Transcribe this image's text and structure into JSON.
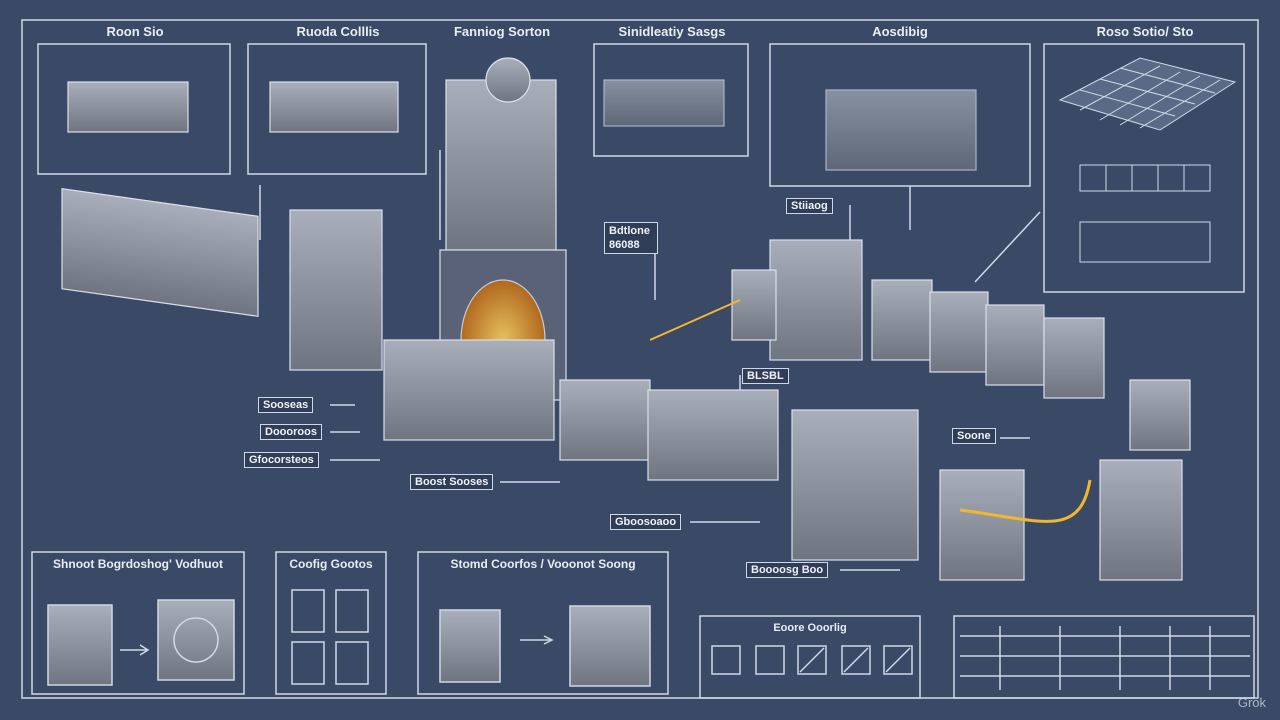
{
  "top_panels": [
    "Roon Sio",
    "Ruoda Colllis",
    "Fanniog Sorton",
    "Sinidleatiy Sasgs",
    "Aosdibig",
    "Roso Sotio/ Sto"
  ],
  "callouts": {
    "bottle": "Bdtlone 86088",
    "stiiaog": "Stiiaog",
    "blsbl": "BLSBL",
    "sooseas": "Sooseas",
    "doooroos": "Doooroos",
    "gfocorsteos": "Gfocorsteos",
    "boost": "Boost Sooses",
    "gboosoaoo": "Gboosoaoo",
    "soone": "Soone",
    "boooosg": "Boooosg Boo"
  },
  "bottom_panels": [
    "Shnoot Bogrdoshog' Vodhuot",
    "Coofig Gootos",
    "Stomd Coorfos / Vooonot Soong",
    "Eoore Ooorlig"
  ],
  "watermark": "Grok",
  "colors": {
    "background": "#3a4a66",
    "line": "#d4dbe6",
    "metal": "#8c93a0",
    "glow": "#f2b630"
  }
}
